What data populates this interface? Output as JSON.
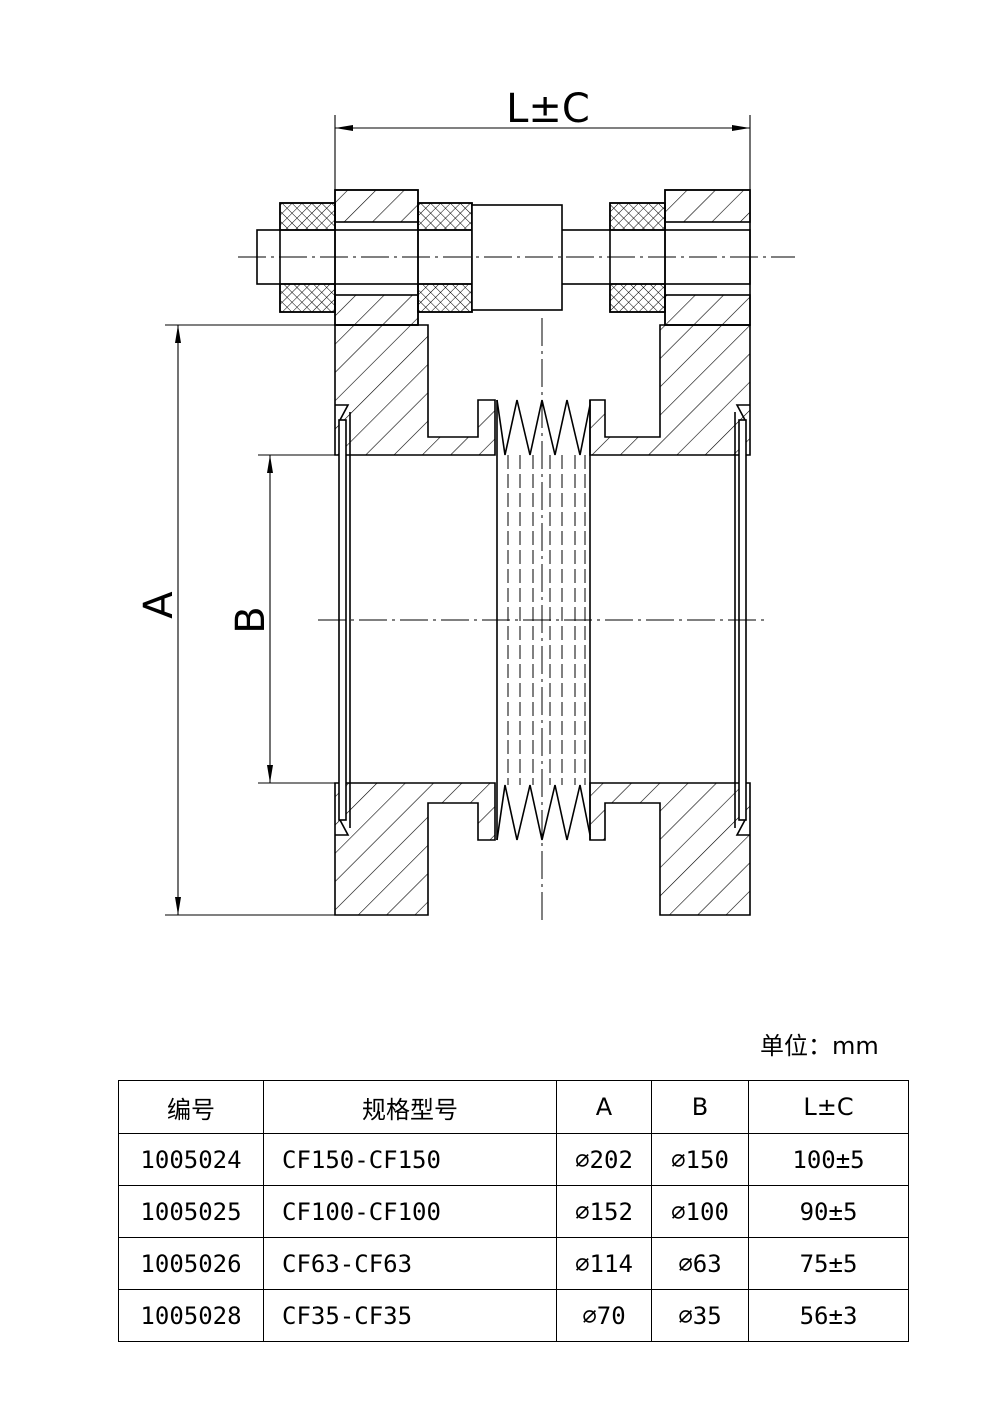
{
  "drawing": {
    "length_dimension_label": "L±C",
    "diameter_a_label": "A",
    "diameter_b_label": "B"
  },
  "unit_label": "单位：mm",
  "table": {
    "headers": [
      "编号",
      "规格型号",
      "A",
      "B",
      "L±C"
    ],
    "rows": [
      [
        "1005024",
        "CF150-CF150",
        "⌀202",
        "⌀150",
        "100±5"
      ],
      [
        "1005025",
        "CF100-CF100",
        "⌀152",
        "⌀100",
        "90±5"
      ],
      [
        "1005026",
        "CF63-CF63",
        "⌀114",
        "⌀63",
        "75±5"
      ],
      [
        "1005028",
        "CF35-CF35",
        "⌀70",
        "⌀35",
        "56±3"
      ]
    ]
  },
  "colors": {
    "line": "#000000",
    "background": "#ffffff"
  }
}
